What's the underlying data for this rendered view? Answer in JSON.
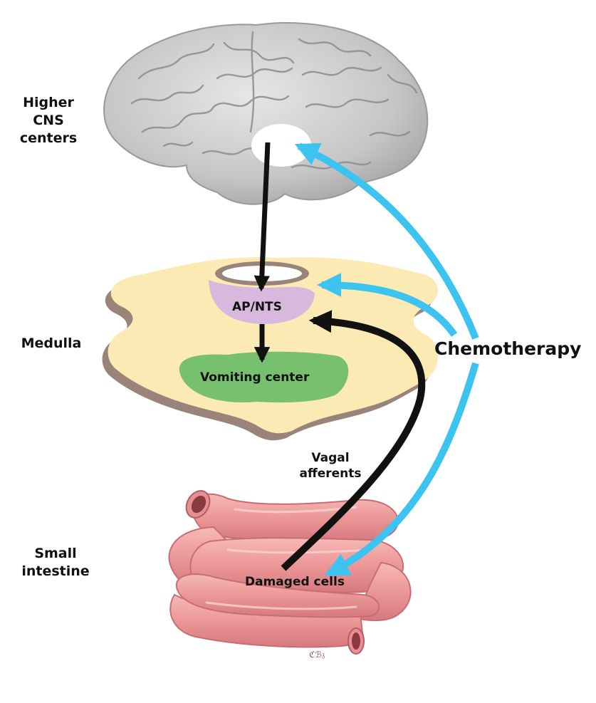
{
  "labels": {
    "higher_cns": "Higher\nCNS\ncenters",
    "medulla": "Medulla",
    "small_intestine": "Small\nintestine",
    "chemotherapy": "Chemotherapy",
    "ap_nts": "AP/NTS",
    "vomiting_center": "Vomiting center",
    "vagal_afferents": "Vagal\nafferents",
    "damaged_cells": "Damaged cells",
    "signature": "ℭℬ𝔷"
  },
  "colors": {
    "brain_gray": "#c9c9c9",
    "brain_gyri": "#8f8f8f",
    "medulla_fill": "#fbeab4",
    "medulla_outline": "#9a8378",
    "ap_nts_fill": "#d9b8de",
    "vomiting_fill": "#77c06d",
    "intestine_fill": "#ec9a9a",
    "intestine_edge": "#c86e73",
    "chemo_arrow": "#3cc3ef",
    "neural_arrow": "#111111"
  },
  "arrows": [
    {
      "from": "higher_cns",
      "to": "ap_nts",
      "kind": "neural"
    },
    {
      "from": "ap_nts",
      "to": "vomiting_center",
      "kind": "neural"
    },
    {
      "from": "damaged_cells",
      "to": "ap_nts",
      "kind": "neural",
      "via": "vagal_afferents"
    },
    {
      "from": "chemotherapy",
      "to": "higher_cns",
      "kind": "chemo"
    },
    {
      "from": "chemotherapy",
      "to": "ap_nts",
      "kind": "chemo"
    },
    {
      "from": "chemotherapy",
      "to": "damaged_cells",
      "kind": "chemo"
    }
  ]
}
